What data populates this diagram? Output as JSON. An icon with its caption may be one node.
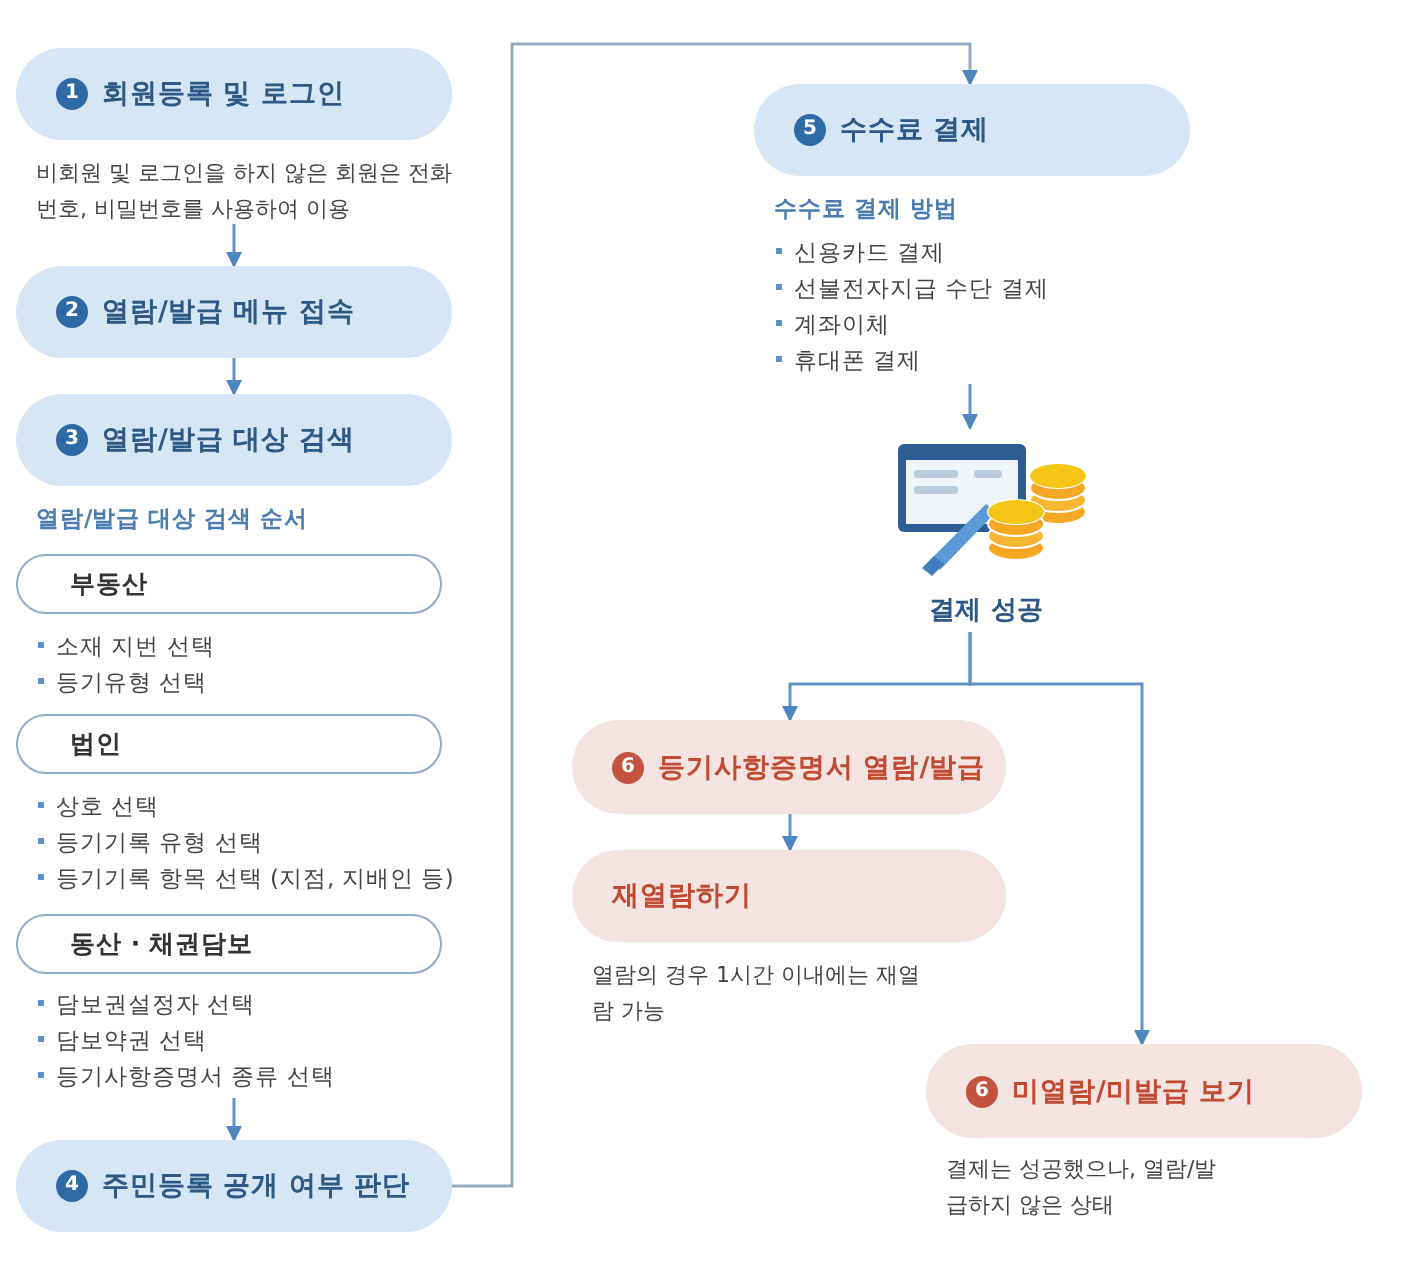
{
  "diagram": {
    "nodes": [
      {
        "text": [
          "1",
          "회원등록 및 로그인",
          "비회원 및 로그인을 하지 않은 회원은 전화번호, 비밀번호를 사용하여 이용"
        ]
      },
      {
        "text": [
          "2",
          "열람/발급 메뉴 접속"
        ]
      },
      {
        "text": [
          "3",
          "열람/발급 대상 검색",
          "열람/발급 대상 검색 순서"
        ]
      },
      {
        "text": [
          "부동산",
          "소재 지번 선택",
          "등기유형 선택"
        ]
      },
      {
        "text": [
          "법인",
          "상호 선택",
          "등기기록 유형 선택",
          "등기기록 항목 선택 (지점, 지배인 등)"
        ]
      },
      {
        "text": [
          "동산 · 채권담보",
          "담보권설정자 선택",
          "담보약권 선택",
          "등기사항증명서 종류 선택"
        ]
      },
      {
        "text": [
          "4",
          "주민등록 공개 여부 판단"
        ]
      },
      {
        "text": [
          "5",
          "수수료 결제",
          "수수료 결제 방법",
          "신용카드 결제",
          "선불전자지급 수단 결제",
          "계좌이체",
          "휴대폰 결제"
        ]
      },
      {
        "text": [
          "결제 성공"
        ]
      },
      {
        "text": [
          "6",
          "등기사항증명서 열람/발급"
        ]
      },
      {
        "text": [
          "재열람하기",
          "열람의 경우 1시간 이내에는 재열람 가능"
        ]
      },
      {
        "text": [
          "6",
          "미열람/미발급 보기",
          "결제는 성공했으나, 열람/발급하지 않은 상태"
        ]
      }
    ],
    "edges": [
      {
        "from": 0,
        "to": 1,
        "arrow": "to"
      },
      {
        "from": 1,
        "to": 2,
        "arrow": "to"
      },
      {
        "from": 5,
        "to": 6,
        "arrow": "to"
      },
      {
        "from": 6,
        "to": 7,
        "arrow": "to"
      },
      {
        "from": 7,
        "to": 8,
        "arrow": "to"
      },
      {
        "from": 8,
        "to": 9,
        "arrow": "to"
      },
      {
        "from": 8,
        "to": 11,
        "arrow": "to"
      },
      {
        "from": 9,
        "to": 10,
        "arrow": "to"
      }
    ]
  }
}
